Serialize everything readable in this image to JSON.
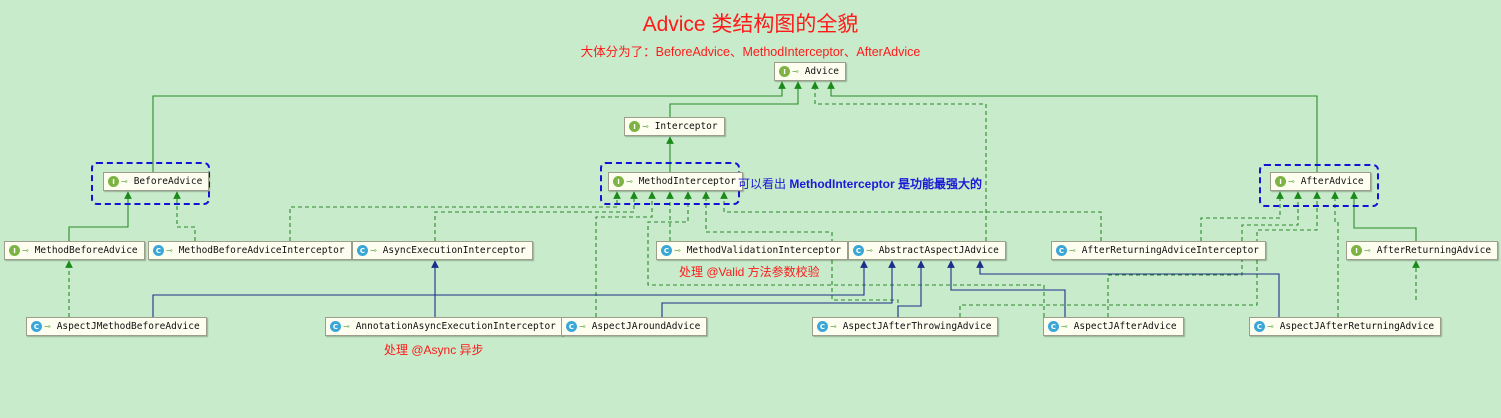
{
  "title": "Advice 类结构图的全貌",
  "subtitle": "大体分为了：BeforeAdvice、MethodInterceptor、AfterAdvice",
  "nodes": {
    "advice": {
      "label": "Advice",
      "kind": "interface"
    },
    "interceptor": {
      "label": "Interceptor",
      "kind": "interface"
    },
    "before_advice": {
      "label": "BeforeAdvice",
      "kind": "interface"
    },
    "method_interceptor": {
      "label": "MethodInterceptor",
      "kind": "interface"
    },
    "after_advice": {
      "label": "AfterAdvice",
      "kind": "interface"
    },
    "method_before_advice": {
      "label": "MethodBeforeAdvice",
      "kind": "interface"
    },
    "method_before_advice_interceptor": {
      "label": "MethodBeforeAdviceInterceptor",
      "kind": "class"
    },
    "async_execution_interceptor": {
      "label": "AsyncExecutionInterceptor",
      "kind": "class"
    },
    "method_validation_interceptor": {
      "label": "MethodValidationInterceptor",
      "kind": "class"
    },
    "abstract_aspectj_advice": {
      "label": "AbstractAspectJAdvice",
      "kind": "class"
    },
    "after_returning_advice_interceptor": {
      "label": "AfterReturningAdviceInterceptor",
      "kind": "class"
    },
    "after_returning_advice": {
      "label": "AfterReturningAdvice",
      "kind": "interface"
    },
    "aspectj_method_before_advice": {
      "label": "AspectJMethodBeforeAdvice",
      "kind": "class"
    },
    "annotation_async_execution_interceptor": {
      "label": "AnnotationAsyncExecutionInterceptor",
      "kind": "class"
    },
    "aspectj_around_advice": {
      "label": "AspectJAroundAdvice",
      "kind": "class"
    },
    "aspectj_after_throwing_advice": {
      "label": "AspectJAfterThrowingAdvice",
      "kind": "class"
    },
    "aspectj_after_advice": {
      "label": "AspectJAfterAdvice",
      "kind": "class"
    },
    "aspectj_after_returning_advice": {
      "label": "AspectJAfterReturningAdvice",
      "kind": "class"
    }
  },
  "notes": {
    "method_interceptor_prefix": "可以看出 ",
    "method_interceptor_strong": "MethodInterceptor 是功能最强大的",
    "valid": "处理 @Valid 方法参数校验",
    "async": "处理 @Async 异步"
  },
  "badges": {
    "interface": "I",
    "class": "C"
  },
  "colors": {
    "background": "#c7ebcb",
    "extends": "#2e8b2e",
    "implements": "#2e8b2e",
    "association": "#1b2f8a",
    "highlight_box": "#1212d8",
    "note_red": "#ff1a1a",
    "note_blue": "#1a1ad6"
  }
}
